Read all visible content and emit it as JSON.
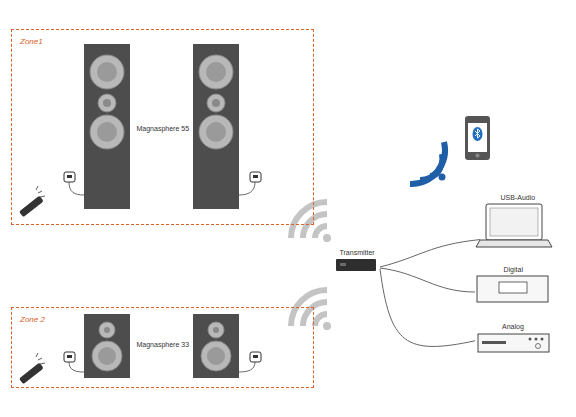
{
  "diagram": {
    "nodes": [
      {
        "text": [
          "Zone1",
          "Magnasphere 55"
        ]
      },
      {
        "text": [
          "Zone 2",
          "Magnasphere 33"
        ]
      },
      {
        "text": [
          "Transmitter"
        ]
      },
      {
        "text": [
          "USB-Audio"
        ]
      },
      {
        "text": [
          "Digital"
        ]
      },
      {
        "text": [
          "Analog"
        ]
      }
    ],
    "edges": [
      {
        "from": 2,
        "to": 3,
        "arrow": "none"
      },
      {
        "from": 2,
        "to": 4,
        "arrow": "none"
      },
      {
        "from": 2,
        "to": 5,
        "arrow": "none"
      }
    ]
  }
}
